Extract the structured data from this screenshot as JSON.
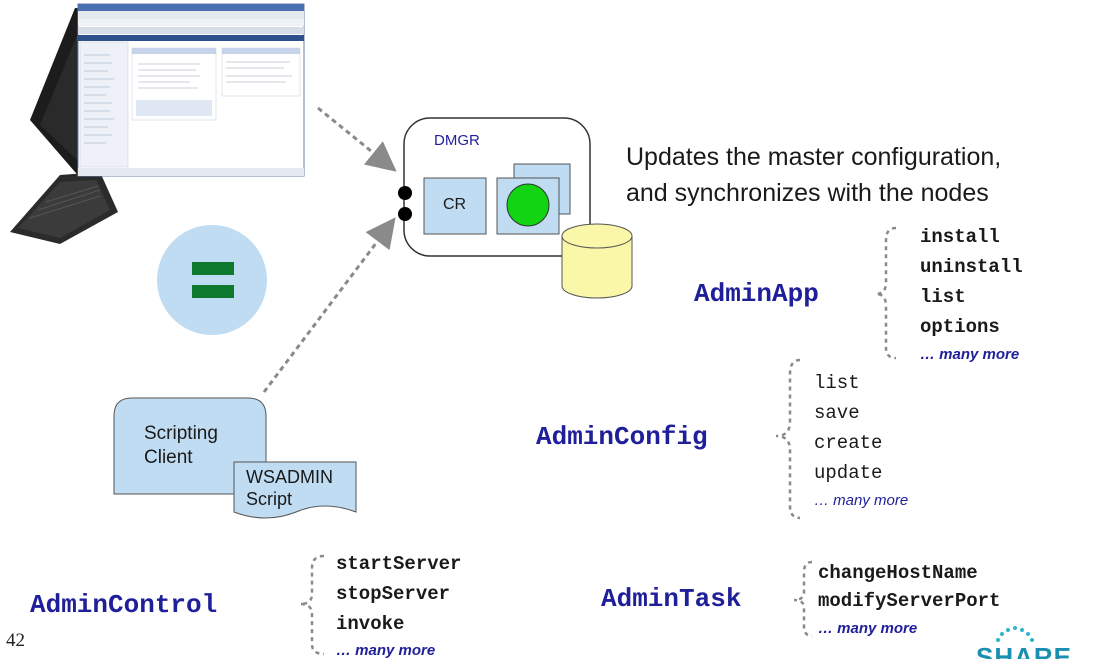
{
  "slide_number": "42",
  "headline": {
    "line1": "Updates the master configuration,",
    "line2": "and synchronizes with the nodes"
  },
  "dmgr": {
    "label": "DMGR",
    "cr_label": "CR"
  },
  "scripting_client": {
    "label_line1": "Scripting",
    "label_line2": "Client"
  },
  "script_doc": {
    "line1": "WSADMIN",
    "line2": "Script"
  },
  "admin_app": {
    "name": "AdminApp",
    "commands": [
      "install",
      "uninstall",
      "list",
      "options"
    ],
    "more": "… many more"
  },
  "admin_config": {
    "name": "AdminConfig",
    "commands": [
      "list",
      "save",
      "create",
      "update"
    ],
    "more": "… many more"
  },
  "admin_control": {
    "name": "AdminControl",
    "commands": [
      "startServer",
      "stopServer",
      "invoke"
    ],
    "more": "… many more"
  },
  "admin_task": {
    "name": "AdminTask",
    "commands": [
      "changeHostName",
      "modifyServerPort"
    ],
    "more": "… many more"
  },
  "logo_text": "SHARE",
  "colors": {
    "box_blue": "#bfdcf2",
    "green": "#12d412",
    "dark_green": "#0e7a2e",
    "cylinder": "#fbf7a8",
    "object_name": "#1f1f9a"
  }
}
